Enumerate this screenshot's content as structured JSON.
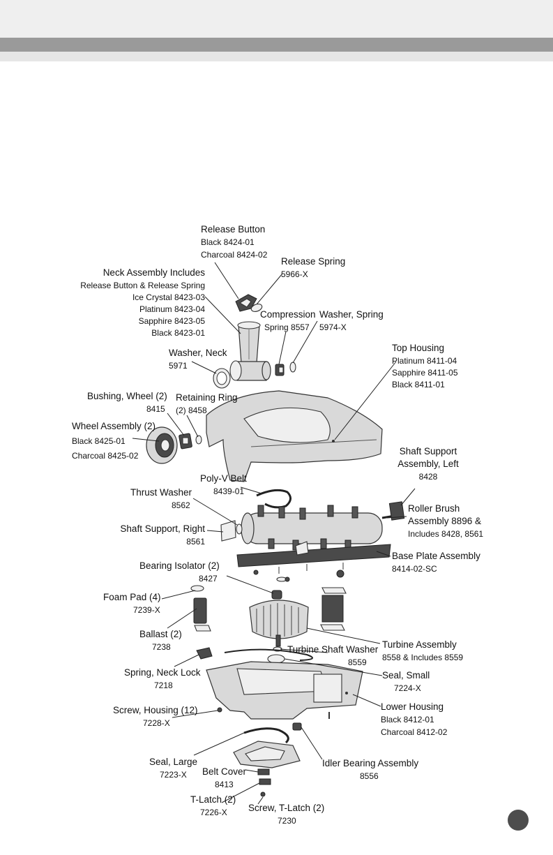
{
  "labels": {
    "release_button": [
      "Release Button",
      "Black 8424-01",
      "Charcoal 8424-02"
    ],
    "release_spring": [
      "Release Spring",
      "5966-X"
    ],
    "neck_assembly": [
      "Neck Assembly Includes",
      "Release Button & Release Spring",
      "Ice Crystal 8423-03",
      "Platinum 8423-04",
      "Sapphire 8423-05",
      "Black 8423-01"
    ],
    "compression_spring": [
      "Compression",
      "Spring 8557"
    ],
    "washer_spring": [
      "Washer, Spring",
      "5974-X"
    ],
    "top_housing": [
      "Top Housing",
      "Platinum 8411-04",
      "Sapphire 8411-05",
      "Black 8411-01"
    ],
    "washer_neck": [
      "Washer, Neck",
      "5971"
    ],
    "bushing_wheel": [
      "Bushing, Wheel (2)",
      "8415"
    ],
    "retaining_ring": [
      "Retaining Ring",
      "(2) 8458"
    ],
    "wheel_assembly": [
      "Wheel Assembly (2)",
      "Black 8425-01",
      "Charcoal 8425-02"
    ],
    "shaft_support_left": [
      "Shaft Support",
      "Assembly, Left",
      "8428"
    ],
    "poly_v_belt": [
      "Poly-V Belt",
      "8439-01"
    ],
    "thrust_washer": [
      "Thrust Washer",
      "8562"
    ],
    "roller_brush": [
      "Roller Brush",
      "Assembly 8896 &",
      "Includes 8428, 8561"
    ],
    "shaft_support_right": [
      "Shaft Support, Right",
      "8561"
    ],
    "base_plate": [
      "Base Plate Assembly",
      "8414-02-SC"
    ],
    "bearing_isolator": [
      "Bearing Isolator (2)",
      "8427"
    ],
    "foam_pad": [
      "Foam Pad (4)",
      "7239-X"
    ],
    "ballast": [
      "Ballast (2)",
      "7238"
    ],
    "turbine_shaft_washer": [
      "Turbine Shaft Washer",
      "8559"
    ],
    "turbine_assembly": [
      "Turbine Assembly",
      "8558 & Includes 8559"
    ],
    "spring_neck_lock": [
      "Spring, Neck Lock",
      "7218"
    ],
    "seal_small": [
      "Seal, Small",
      "7224-X"
    ],
    "lower_housing": [
      "Lower Housing",
      "Black 8412-01",
      "Charcoal 8412-02"
    ],
    "screw_housing": [
      "Screw, Housing (12)",
      "7228-X"
    ],
    "seal_large": [
      "Seal, Large",
      "7223-X"
    ],
    "belt_cover": [
      "Belt Cover",
      "8413"
    ],
    "idler_bearing": [
      "Idler Bearing Assembly",
      "8556"
    ],
    "t_latch": [
      "T-Latch (2)",
      "7226-X"
    ],
    "screw_t_latch": [
      "Screw, T-Latch (2)",
      "7230"
    ]
  }
}
